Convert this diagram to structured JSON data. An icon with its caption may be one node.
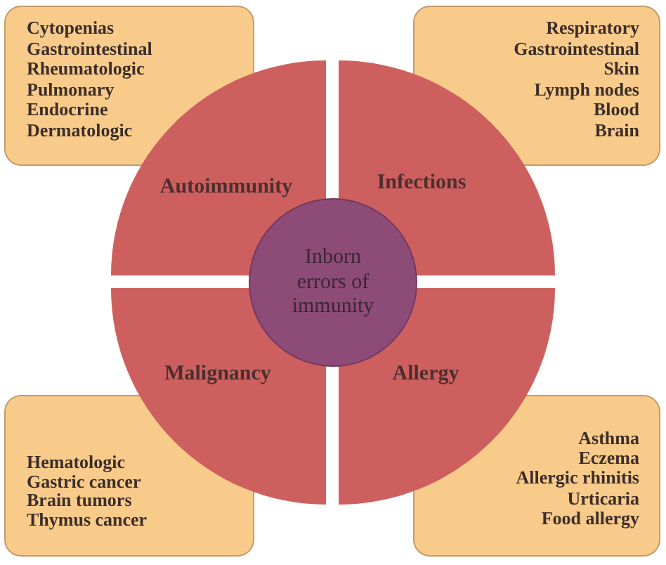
{
  "diagram": {
    "nodes": [
      {
        "text": [
          "Cytopenias",
          "Gastrointestinal",
          "Rheumatologic",
          "Pulmonary",
          "Endocrine",
          "Dermatologic"
        ]
      },
      {
        "text": [
          "Respiratory",
          "Gastrointestinal",
          "Skin",
          "Lymph nodes",
          "Blood",
          "Brain"
        ]
      },
      {
        "text": [
          "Autoimmunity"
        ]
      },
      {
        "text": [
          "Infections"
        ]
      },
      {
        "text": [
          "Inborn errors of immunity"
        ]
      },
      {
        "text": [
          "Malignancy"
        ]
      },
      {
        "text": [
          "Allergy"
        ]
      },
      {
        "text": [
          "Hematologic",
          "Gastric cancer",
          "Brain tumors",
          "Thymus cancer"
        ]
      },
      {
        "text": [
          "Asthma",
          "Eczema",
          "Allergic rhinitis",
          "Urticaria",
          "Food allergy"
        ]
      }
    ]
  }
}
